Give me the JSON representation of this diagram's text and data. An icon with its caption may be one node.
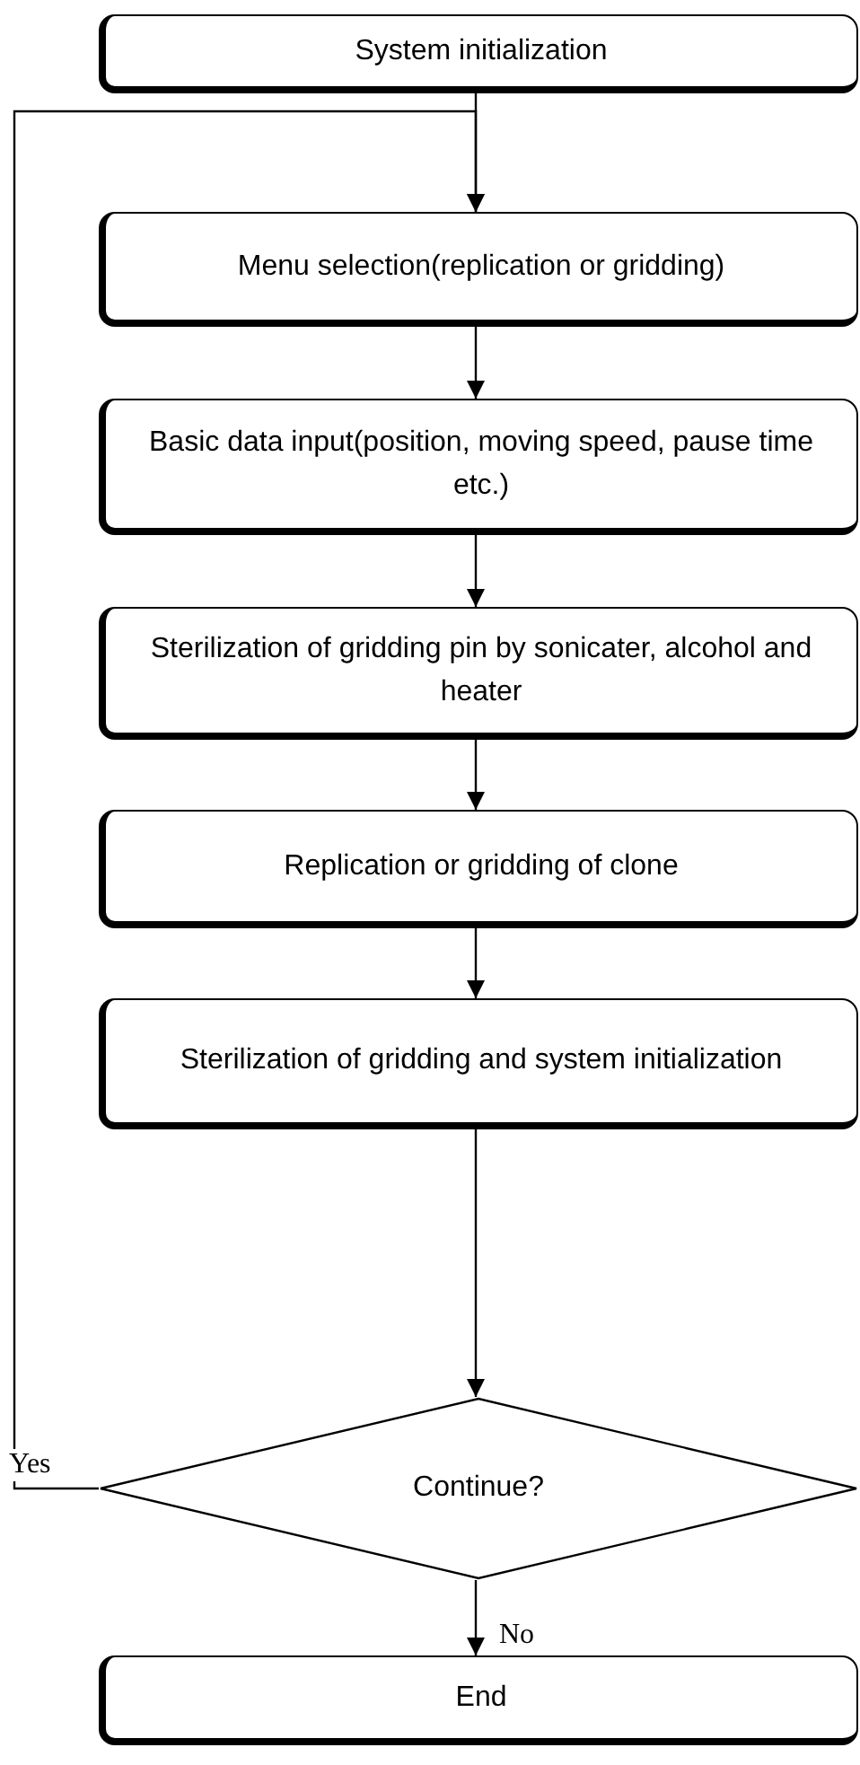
{
  "diagram": {
    "nodes": [
      {
        "text": [
          "System initialization"
        ]
      },
      {
        "text": [
          "Menu selection(replication or gridding)"
        ]
      },
      {
        "text": [
          "Basic data input(position, moving speed, pause time etc.)"
        ]
      },
      {
        "text": [
          "Sterilization of gridding pin by sonicater, alcohol and heater"
        ]
      },
      {
        "text": [
          "Replication or gridding of clone"
        ]
      },
      {
        "text": [
          "Sterilization of gridding and system initialization"
        ]
      },
      {
        "text": [
          "Continue?"
        ]
      },
      {
        "text": [
          "End"
        ]
      }
    ],
    "edges": [
      {
        "from": 0,
        "to": 1,
        "arrow": "to"
      },
      {
        "from": 1,
        "to": 2,
        "arrow": "to"
      },
      {
        "from": 2,
        "to": 3,
        "arrow": "to"
      },
      {
        "from": 3,
        "to": 4,
        "arrow": "to"
      },
      {
        "from": 4,
        "to": 5,
        "arrow": "to"
      },
      {
        "from": 5,
        "to": 6,
        "arrow": "to"
      },
      {
        "from": 6,
        "to": 1,
        "arrow": "to",
        "label": "Yes"
      },
      {
        "from": 6,
        "to": 7,
        "arrow": "to",
        "label": "No"
      }
    ]
  }
}
